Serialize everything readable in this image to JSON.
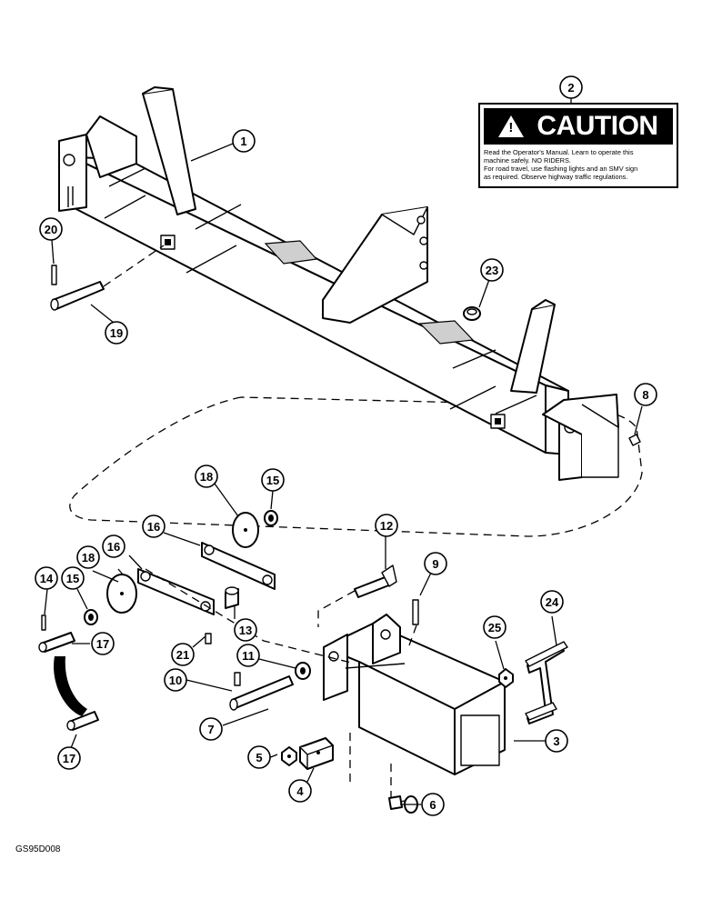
{
  "decal": {
    "title": "CAUTION",
    "lines": [
      "Read the Operator's Manual.  Learn to operate this",
      "machine safely.  NO RIDERS.",
      "For road travel, use flashing lights and an SMV sign",
      "as required.  Observe highway traffic regulations."
    ]
  },
  "reference_code": "GS95D008",
  "callouts": [
    {
      "id": "c1",
      "label": "1"
    },
    {
      "id": "c2",
      "label": "2"
    },
    {
      "id": "c3",
      "label": "3"
    },
    {
      "id": "c4",
      "label": "4"
    },
    {
      "id": "c5",
      "label": "5"
    },
    {
      "id": "c6",
      "label": "6"
    },
    {
      "id": "c7",
      "label": "7"
    },
    {
      "id": "c8",
      "label": "8"
    },
    {
      "id": "c9",
      "label": "9"
    },
    {
      "id": "c10",
      "label": "10"
    },
    {
      "id": "c11",
      "label": "11"
    },
    {
      "id": "c12",
      "label": "12"
    },
    {
      "id": "c13",
      "label": "13"
    },
    {
      "id": "c14",
      "label": "14"
    },
    {
      "id": "c15a",
      "label": "15"
    },
    {
      "id": "c15b",
      "label": "15"
    },
    {
      "id": "c16a",
      "label": "16"
    },
    {
      "id": "c16b",
      "label": "16"
    },
    {
      "id": "c17a",
      "label": "17"
    },
    {
      "id": "c17b",
      "label": "17"
    },
    {
      "id": "c18a",
      "label": "18"
    },
    {
      "id": "c18b",
      "label": "18"
    },
    {
      "id": "c19",
      "label": "19"
    },
    {
      "id": "c20",
      "label": "20"
    },
    {
      "id": "c21",
      "label": "21"
    },
    {
      "id": "c23",
      "label": "23"
    },
    {
      "id": "c24",
      "label": "24"
    },
    {
      "id": "c25",
      "label": "25"
    }
  ]
}
